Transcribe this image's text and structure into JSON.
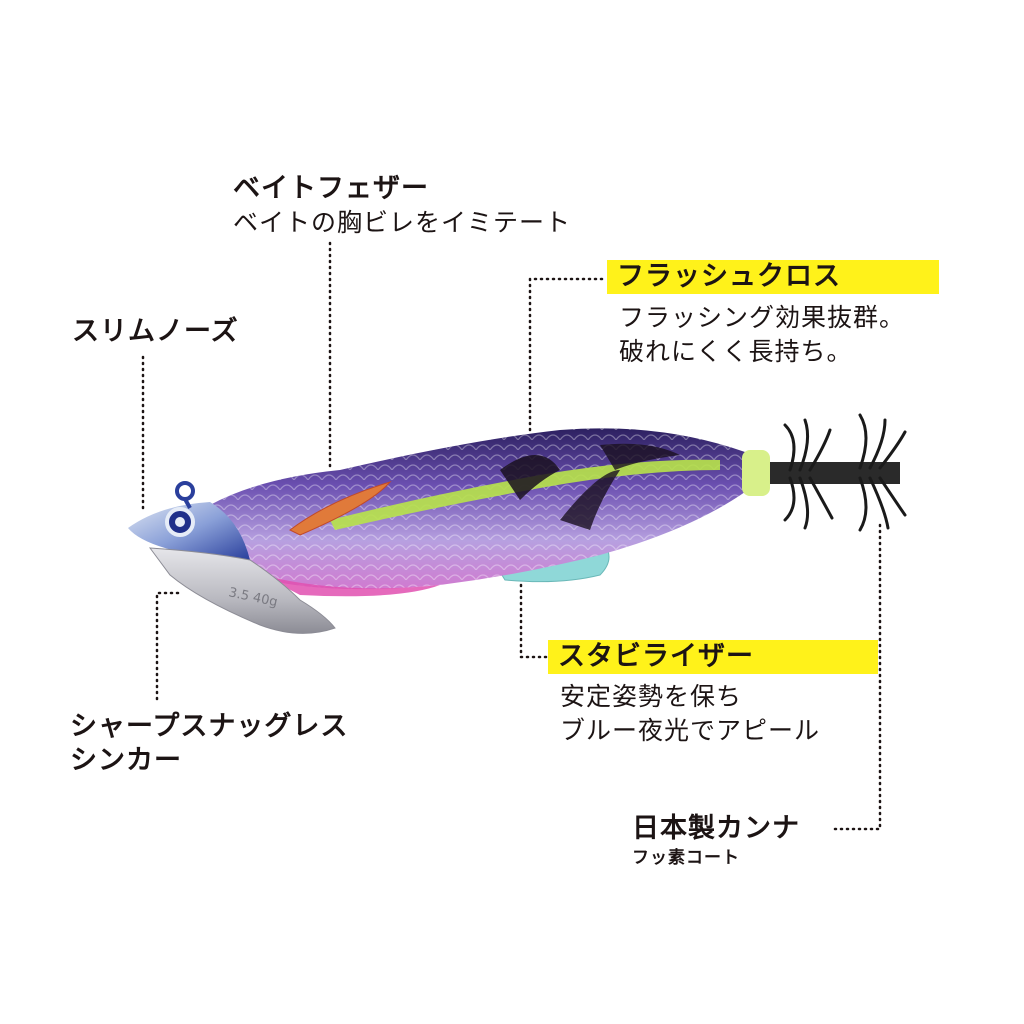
{
  "callouts": {
    "bait_feather": {
      "title": "ベイトフェザー",
      "desc": "ベイトの胸ビレをイミテート"
    },
    "slim_nose": {
      "title": "スリムノーズ"
    },
    "flash_cloth": {
      "title": "フラッシュクロス",
      "desc_lines": [
        "フラッシング効果抜群。",
        "破れにくく長持ち。"
      ]
    },
    "stabilizer": {
      "title": "スタビライザー",
      "desc_lines": [
        "安定姿勢を保ち",
        "ブルー夜光でアピール"
      ]
    },
    "sinker": {
      "title_lines": [
        "シャープスナッグレス",
        "シンカー"
      ]
    },
    "canna": {
      "title": "日本製カンナ",
      "desc": "フッ素コート"
    }
  },
  "product": {
    "sinker_weight": "3.5 40g"
  },
  "colors": {
    "highlight": "#fff21a",
    "text": "#1c1414",
    "body_purple": "#9b7fd0",
    "back_dark": "#3a2a6a",
    "lateral_green": "#b8e34a",
    "fin_cyan": "#8fd8d8",
    "sinker_silver": "#c8c8cc",
    "head_blue": "#2a4ab0"
  }
}
